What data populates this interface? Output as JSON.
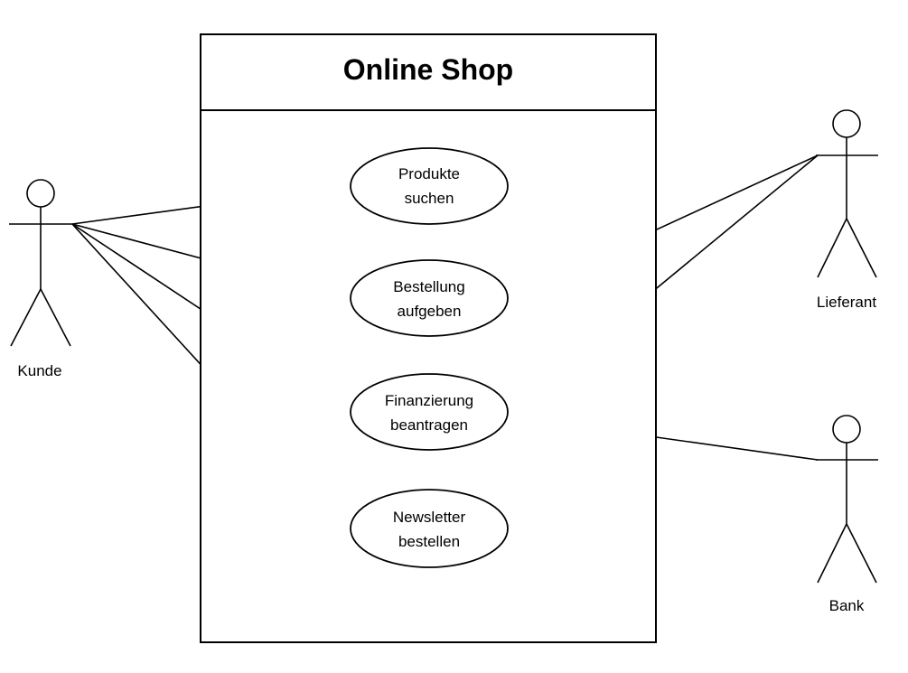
{
  "system": {
    "title": "Online Shop"
  },
  "actors": [
    {
      "id": "kunde",
      "label": "Kunde"
    },
    {
      "id": "lieferant",
      "label": "Lieferant"
    },
    {
      "id": "bank",
      "label": "Bank"
    }
  ],
  "use_cases": [
    {
      "id": "produkte",
      "line1": "Produkte",
      "line2": "suchen"
    },
    {
      "id": "bestellung",
      "line1": "Bestellung",
      "line2": "aufgeben"
    },
    {
      "id": "finanzierung",
      "line1": "Finanzierung",
      "line2": "beantragen"
    },
    {
      "id": "newsletter",
      "line1": "Newsletter",
      "line2": "bestellen"
    }
  ],
  "associations": [
    {
      "actor": "kunde",
      "use_case": "produkte"
    },
    {
      "actor": "kunde",
      "use_case": "bestellung"
    },
    {
      "actor": "kunde",
      "use_case": "finanzierung"
    },
    {
      "actor": "kunde",
      "use_case": "newsletter"
    },
    {
      "actor": "lieferant",
      "use_case": "bestellung"
    },
    {
      "actor": "lieferant",
      "use_case": "finanzierung"
    },
    {
      "actor": "bank",
      "use_case": "finanzierung"
    }
  ]
}
